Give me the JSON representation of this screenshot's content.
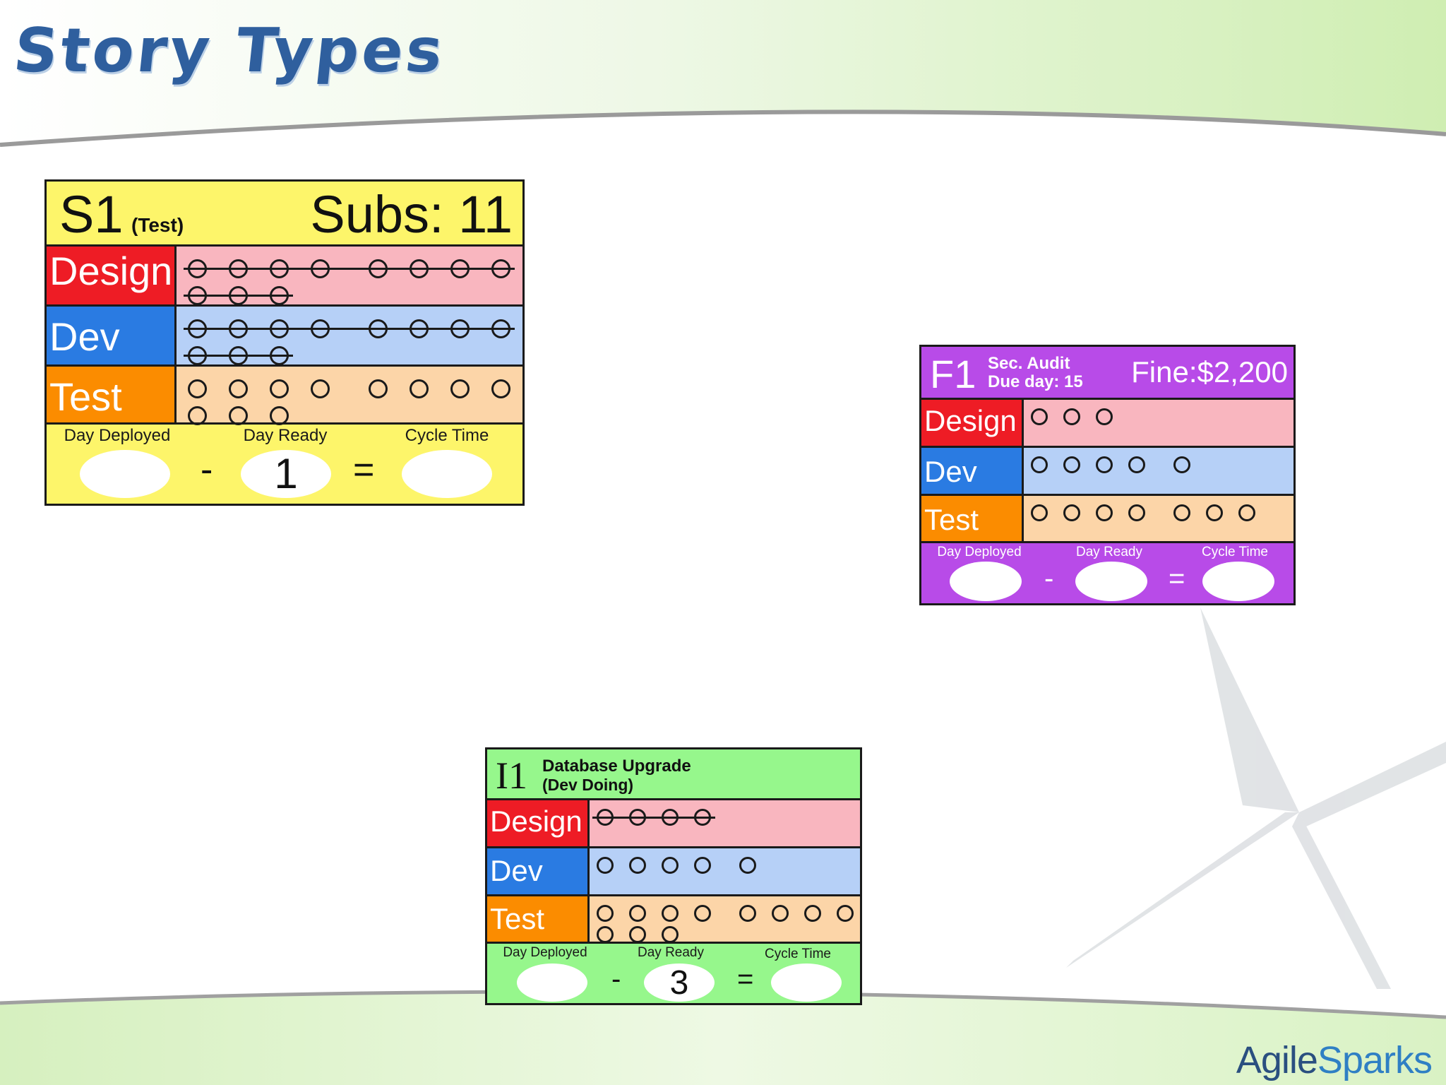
{
  "slide": {
    "title": "Story Types",
    "logo": {
      "part1": "Agile",
      "part2": "Sparks"
    }
  },
  "colors": {
    "title_blue": "#2f5f9e",
    "design": "#ee1c25",
    "dev": "#2a7be2",
    "test": "#fb8c00",
    "standard_card": "#fdf56a",
    "fixed_date_card": "#b84be8",
    "intangible_card": "#96f78c"
  },
  "cards": {
    "s1": {
      "id": "S1",
      "subtitle": "(Test)",
      "subs": "Subs: 11",
      "rows": [
        {
          "label": "Design",
          "total": 11,
          "done": 11
        },
        {
          "label": "Dev",
          "total": 11,
          "done": 11
        },
        {
          "label": "Test",
          "total": 11,
          "done": 0
        }
      ],
      "footer": {
        "day_deployed_label": "Day Deployed",
        "day_ready_label": "Day Ready",
        "cycle_time_label": "Cycle Time",
        "day_deployed": "",
        "day_ready": "1",
        "cycle_time": "",
        "minus": "-",
        "equals": "="
      }
    },
    "f1": {
      "id": "F1",
      "line1": "Sec. Audit",
      "line2": "Due day: 15",
      "fine": "Fine:$2,200",
      "rows": [
        {
          "label": "Design",
          "total": 3,
          "done": 0
        },
        {
          "label": "Dev",
          "total": 5,
          "done": 0
        },
        {
          "label": "Test",
          "total": 7,
          "done": 0
        }
      ],
      "footer": {
        "day_deployed_label": "Day Deployed",
        "day_ready_label": "Day Ready",
        "cycle_time_label": "Cycle Time",
        "day_deployed": "",
        "day_ready": "",
        "cycle_time": "",
        "minus": "-",
        "equals": "="
      }
    },
    "i1": {
      "id": "I1",
      "line1": "Database Upgrade",
      "line2": "(Dev Doing)",
      "rows": [
        {
          "label": "Design",
          "total": 4,
          "done": 4
        },
        {
          "label": "Dev",
          "total": 5,
          "done": 0
        },
        {
          "label": "Test",
          "total": 11,
          "done": 0
        }
      ],
      "footer": {
        "day_deployed_label": "Day Deployed",
        "day_ready_label": "Day Ready",
        "cycle_time_label": "Cycle Time",
        "day_deployed": "",
        "day_ready": "3",
        "cycle_time": "",
        "minus": "-",
        "equals": "="
      }
    }
  }
}
